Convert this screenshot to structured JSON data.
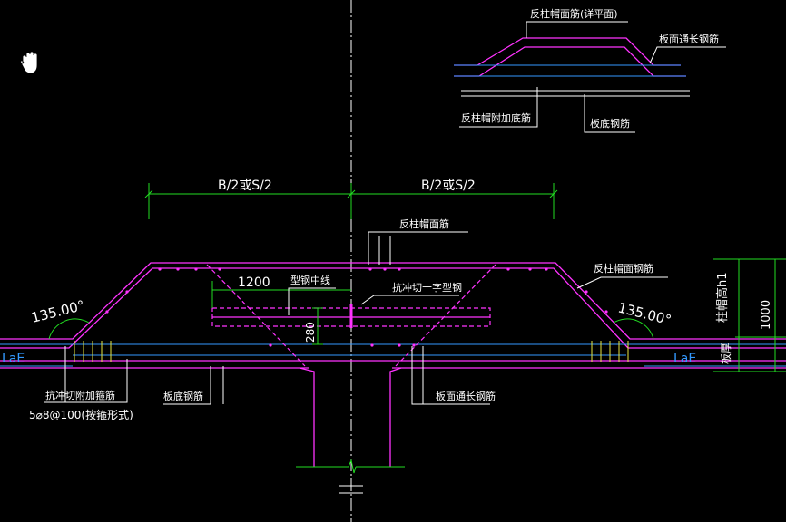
{
  "labels": {
    "top_cap_face": "反柱帽面筋(详平面)",
    "top_slab_through": "板面通长钢筋",
    "top_cap_bottom_add": "反柱帽附加底筋",
    "top_slab_bottom": "板底钢筋",
    "dim_left": "B/2或S/2",
    "dim_right": "B/2或S/2",
    "cap_face_rebar": "反柱帽面筋",
    "cap_face_steel": "反柱帽面钢筋",
    "dim_1200": "1200",
    "steel_centerline": "型钢中线",
    "punch_cross_steel": "抗冲切十字型钢",
    "dim_280": "280",
    "angle_left": "135.00°",
    "angle_right": "135.00°",
    "lae_left": "LaE",
    "lae_right": "LaE",
    "cap_height": "柱帽高h1",
    "dim_1000": "1000",
    "slab_thickness": "板厚",
    "punch_stirrup": "抗冲切附加箍筋",
    "stirrup_spec": "5⌀8@100(按箍形式)",
    "slab_bottom": "板底钢筋",
    "slab_through": "板面通长钢筋"
  },
  "colors": {
    "rebar": "#ff33ff",
    "dimension": "#22dd22",
    "annotation": "#ffffff",
    "stirrup": "#e8e840",
    "background": "#000000"
  },
  "icons": {
    "pan_cursor": "hand-pan-icon"
  }
}
